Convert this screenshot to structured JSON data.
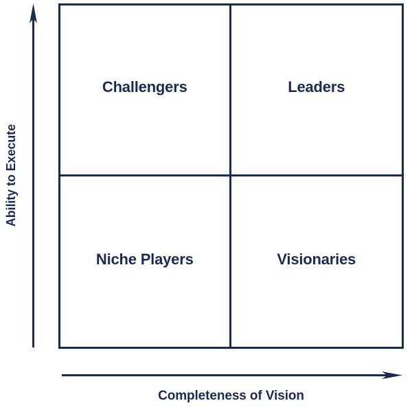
{
  "chart_data": {
    "type": "table",
    "title": "",
    "xlabel": "Completeness of Vision",
    "ylabel": "Ability to Execute",
    "grid": true,
    "legend": "none",
    "axis_style": "arrow",
    "categories": [
      "Challengers",
      "Leaders",
      "Niche Players",
      "Visionaries"
    ],
    "cells": [
      {
        "label": "Challengers",
        "row": "top",
        "col": "left",
        "x_level": "low",
        "y_level": "high"
      },
      {
        "label": "Leaders",
        "row": "top",
        "col": "right",
        "x_level": "high",
        "y_level": "high"
      },
      {
        "label": "Niche Players",
        "row": "bottom",
        "col": "left",
        "x_level": "low",
        "y_level": "low"
      },
      {
        "label": "Visionaries",
        "row": "bottom",
        "col": "right",
        "x_level": "high",
        "y_level": "low"
      }
    ]
  },
  "colors": {
    "line": "#1b2a52",
    "text": "#1b2a52",
    "background": "#ffffff"
  },
  "axes": {
    "y": {
      "title": "Ability to Execute",
      "direction": "up"
    },
    "x": {
      "title": "Completeness of Vision",
      "direction": "right"
    }
  },
  "quadrants": {
    "top_left": {
      "label": "Challengers"
    },
    "top_right": {
      "label": "Leaders"
    },
    "bottom_left": {
      "label": "Niche Players"
    },
    "bottom_right": {
      "label": "Visionaries"
    }
  }
}
